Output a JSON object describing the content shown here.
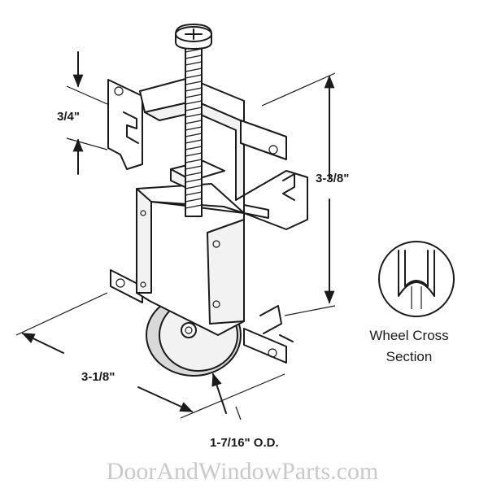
{
  "dimensions": {
    "slot_height": "3/4\"",
    "overall_height": "3-3/8\"",
    "overall_width": "3-1/8\"",
    "wheel_diameter": "1-7/16\" O.D."
  },
  "wheel_cross_section": {
    "caption_line1": "Wheel Cross",
    "caption_line2": "Section"
  },
  "watermark": "DoorAndWindowParts.com"
}
